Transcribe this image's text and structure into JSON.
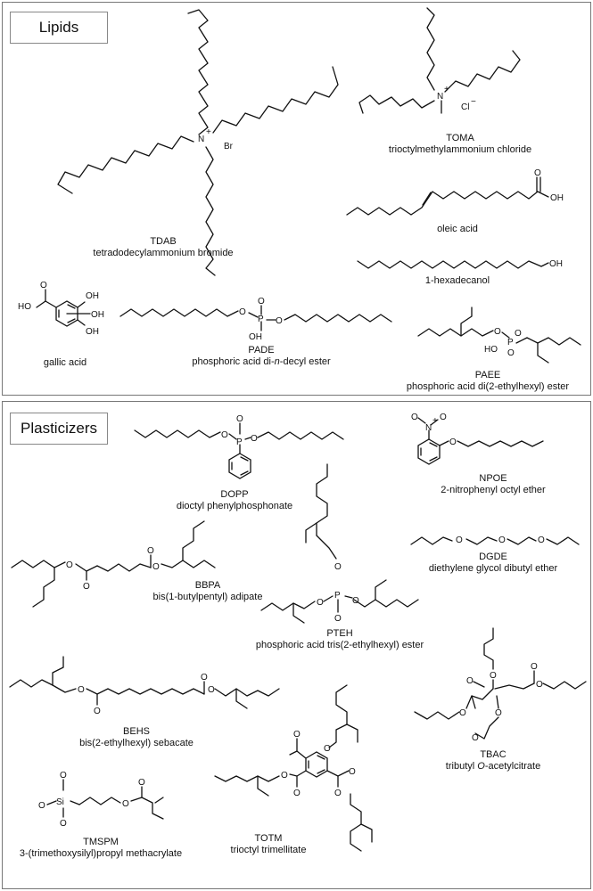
{
  "panels": {
    "lipids": {
      "title": "Lipids"
    },
    "plasticizers": {
      "title": "Plasticizers"
    }
  },
  "compounds": {
    "tdab": {
      "abbr": "TDAB",
      "name": "tetradodecylammonium bromide",
      "counterion": "Br"
    },
    "toma": {
      "abbr": "TOMA",
      "name": "trioctylmethylammonium chloride",
      "counterion": "Cl"
    },
    "oleic": {
      "abbr": "",
      "name": "oleic acid"
    },
    "hexadecanol": {
      "abbr": "",
      "name": "1-hexadecanol"
    },
    "gallic": {
      "abbr": "",
      "name": "gallic acid"
    },
    "pade": {
      "abbr": "PADE",
      "name_pre": "phosphoric acid di-",
      "name_italic": "n",
      "name_post": "-decyl ester"
    },
    "paee": {
      "abbr": "PAEE",
      "name": "phosphoric acid di(2-ethylhexyl) ester"
    },
    "dopp": {
      "abbr": "DOPP",
      "name": "dioctyl phenylphosphonate"
    },
    "npoe": {
      "abbr": "NPOE",
      "name": "2-nitrophenyl octyl ether"
    },
    "dgde": {
      "abbr": "DGDE",
      "name": "diethylene glycol dibutyl ether"
    },
    "bbpa": {
      "abbr": "BBPA",
      "name": "bis(1-butylpentyl) adipate"
    },
    "pteh": {
      "abbr": "PTEH",
      "name": "phosphoric acid tris(2-ethylhexyl) ester"
    },
    "behs": {
      "abbr": "BEHS",
      "name": "bis(2-ethylhexyl) sebacate"
    },
    "tbac": {
      "abbr": "TBAC",
      "name_pre": "tributyl ",
      "name_italic": "O",
      "name_post": "-acetylcitrate"
    },
    "tmspm": {
      "abbr": "TMSPM",
      "name": "3-(trimethoxysilyl)propyl methacrylate"
    },
    "totm": {
      "abbr": "TOTM",
      "name": "trioctyl trimellitate"
    }
  },
  "atom_labels": {
    "nitrogen": "N",
    "oxygen": "O",
    "phosphorus": "P",
    "silicon": "Si",
    "hydroxyl": "OH",
    "hydroxyl_left": "HO",
    "nitro_n": "N",
    "plus": "+",
    "minus": "−"
  }
}
